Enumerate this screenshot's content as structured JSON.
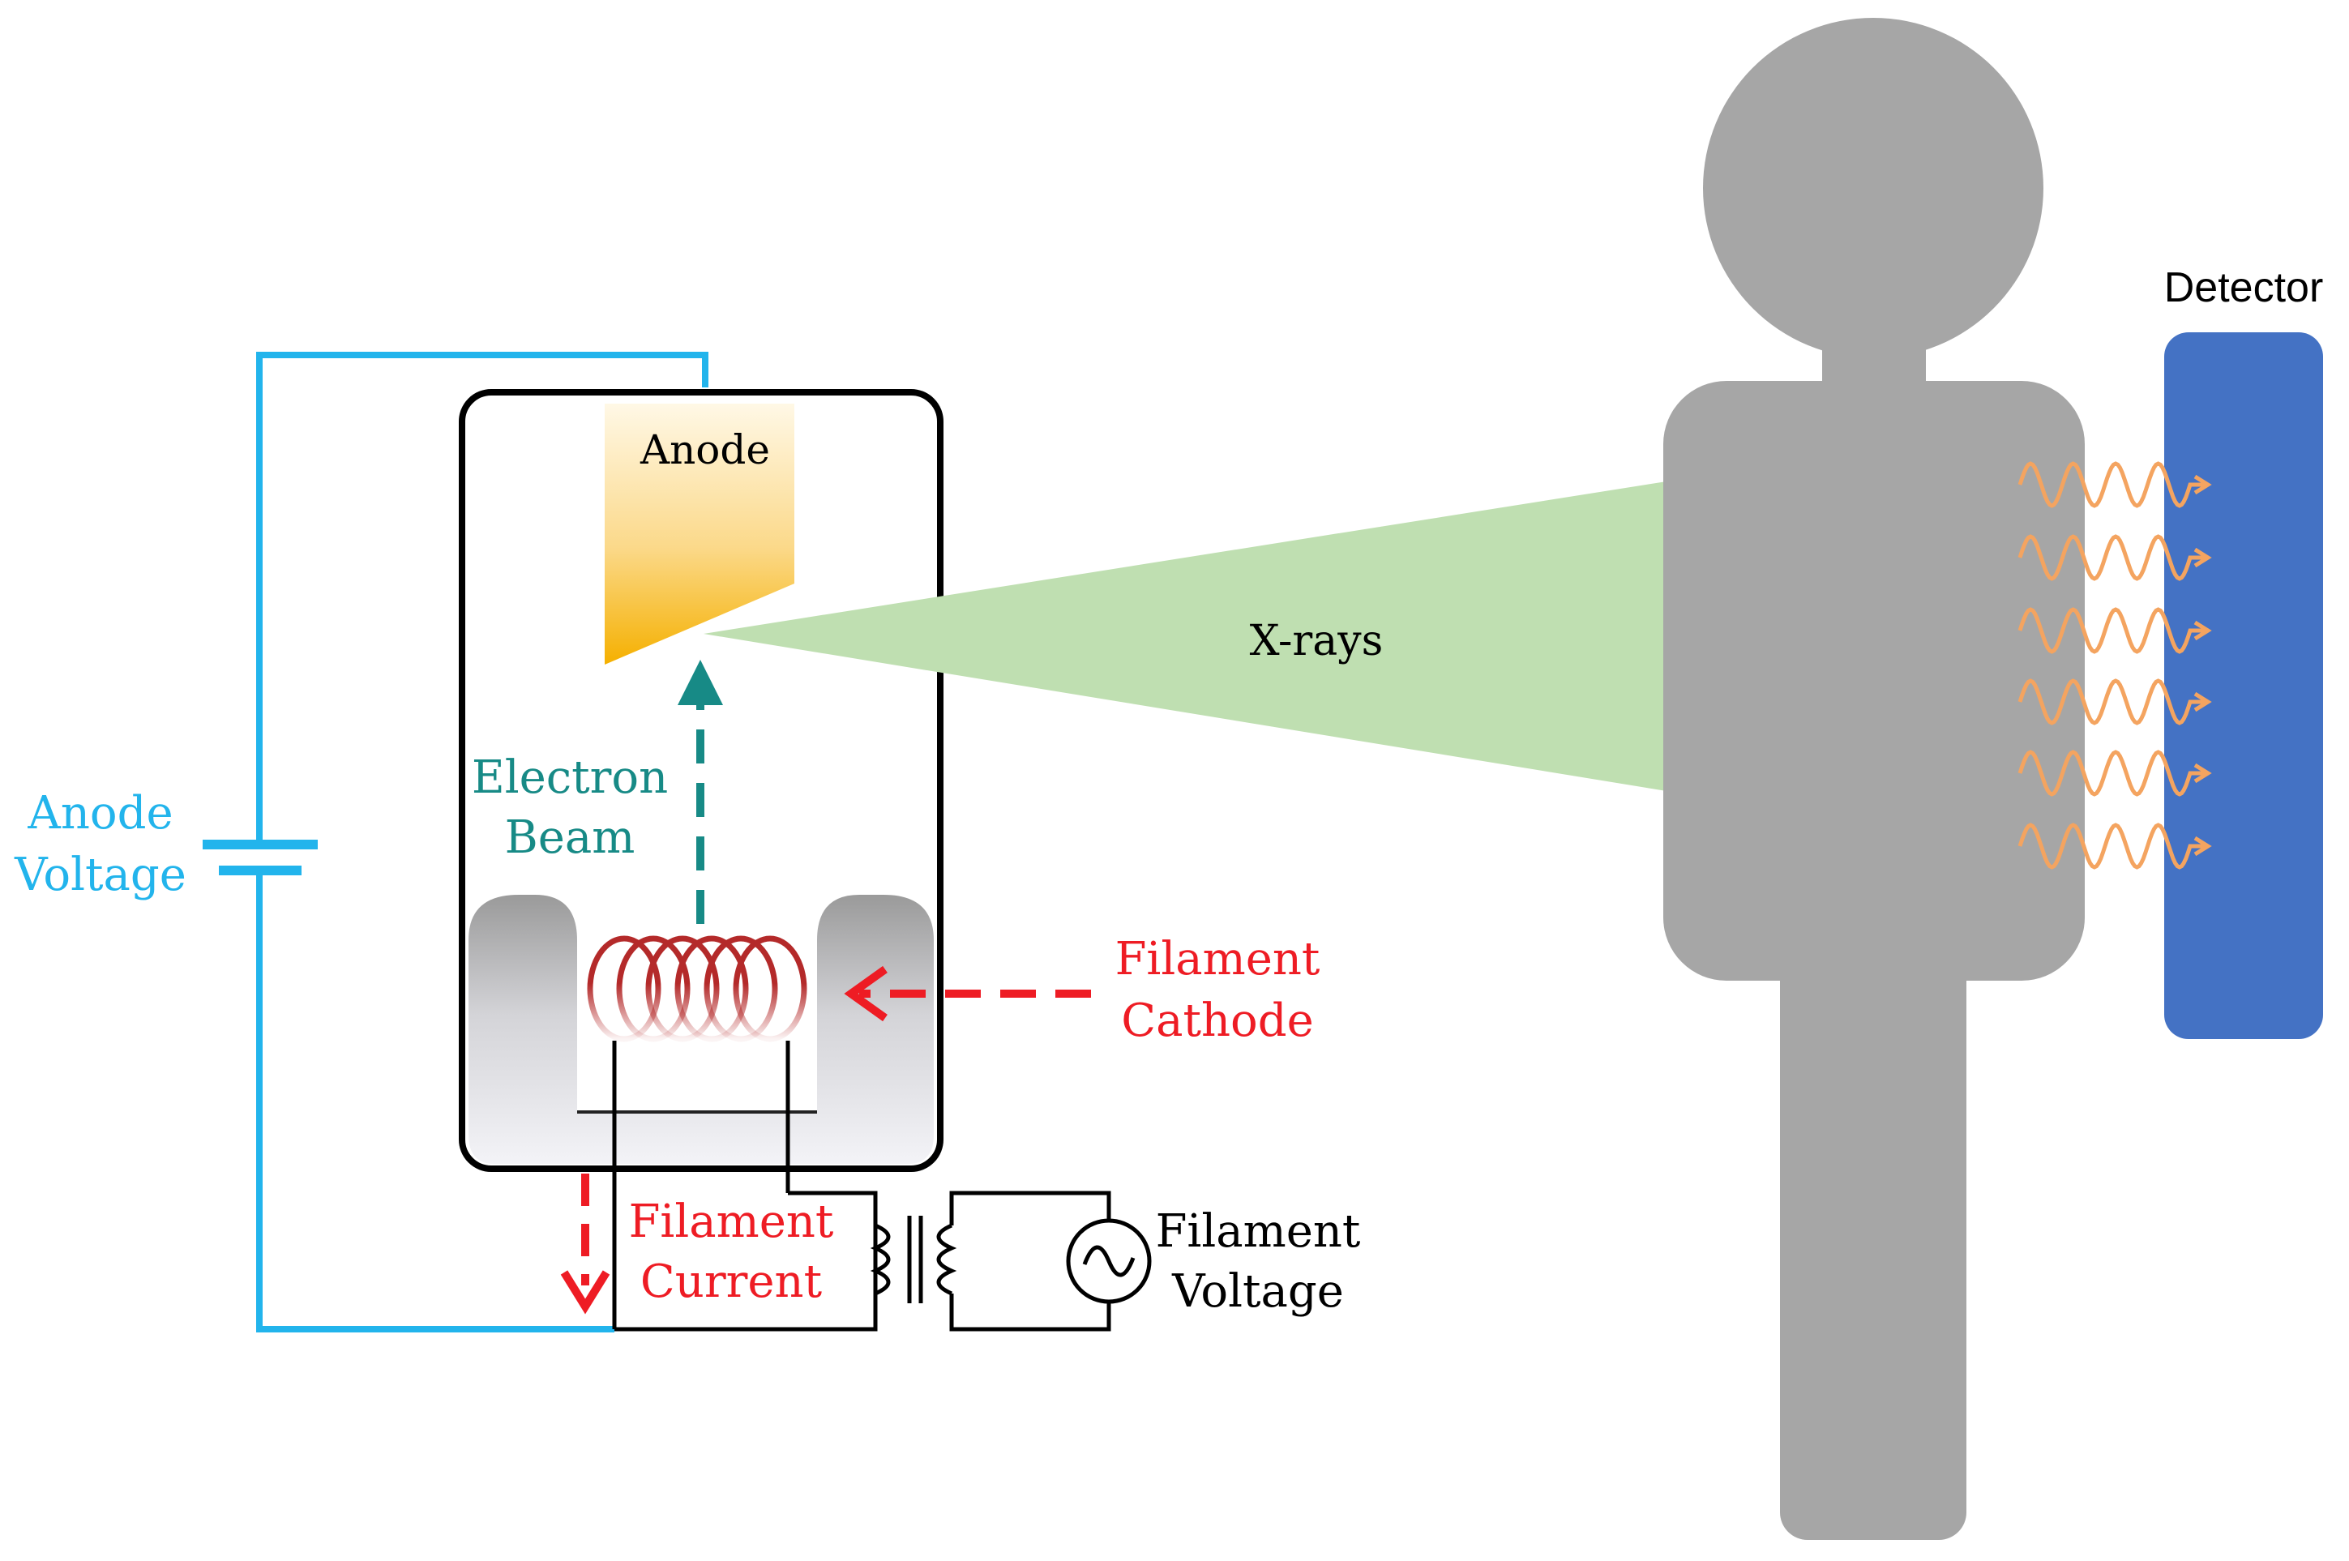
{
  "labels": {
    "anode": "Anode",
    "electron_beam_line1": "Electron",
    "electron_beam_line2": "Beam",
    "anode_voltage_line1": "Anode",
    "anode_voltage_line2": "Voltage",
    "filament_cathode_line1": "Filament",
    "filament_cathode_line2": "Cathode",
    "filament_current_line1": "Filament",
    "filament_current_line2": "Current",
    "filament_voltage_line1": "Filament",
    "filament_voltage_line2": "Voltage",
    "xrays": "X-rays",
    "detector": "Detector"
  },
  "colors": {
    "anode_circuit": "#22b4ec",
    "electron_beam": "#178a86",
    "filament_red": "#ee1c24",
    "coil": "#b42a2a",
    "xray_beam": "#bfdfb1",
    "person": "#a6a6a6",
    "detector": "#4472c4",
    "transmitted_waves": "#f4a460",
    "anode_gold": "#f5b400",
    "outline": "#000000"
  },
  "icons": {
    "ac_source": "ac-source-icon",
    "battery": "battery-icon",
    "transformer": "transformer-icon"
  }
}
